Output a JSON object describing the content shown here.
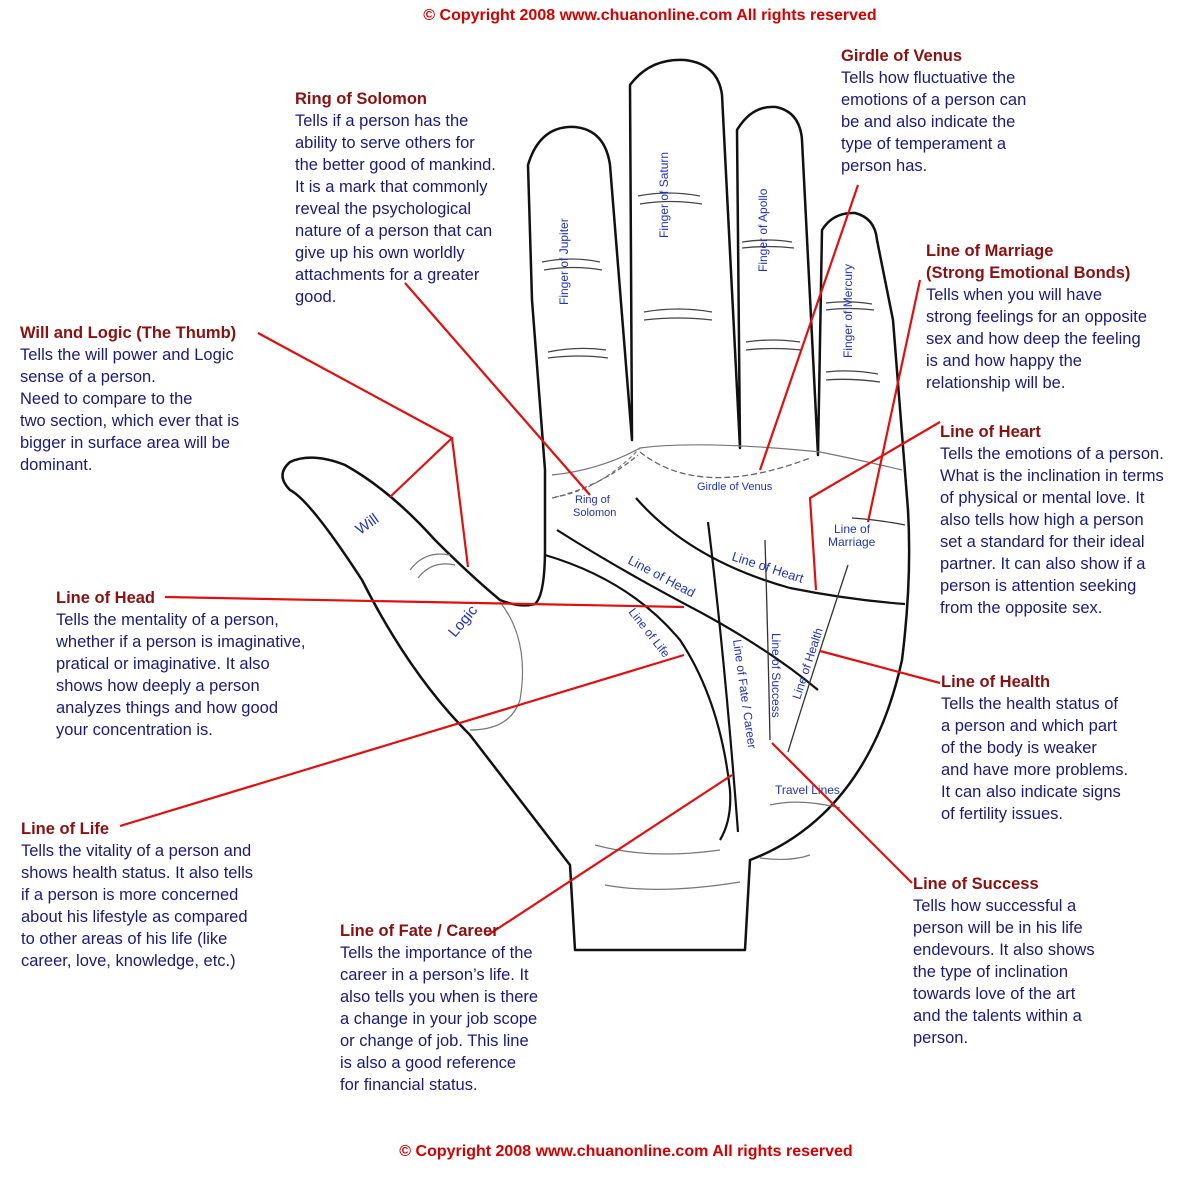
{
  "copyright": {
    "line1": "© Copyright 2008 www.chuanonline.com",
    "line2": "All rights reserved"
  },
  "colors": {
    "leader": "#e01010",
    "title": "#8b1010",
    "text": "#1a1a7a",
    "hand_label": "#2233bb",
    "copyright": "#d40000"
  },
  "callouts": {
    "solomon": {
      "title": "Ring of Solomon",
      "lines": [
        "Tells if a person has the",
        "ability to serve others for",
        "the better good of mankind.",
        "It is a mark that commonly",
        "reveal the psychological",
        "nature of a person that can",
        "give up his own worldly",
        "attachments for a greater",
        "good."
      ]
    },
    "venus": {
      "title": "Girdle of Venus",
      "lines": [
        "Tells how fluctuative the",
        "emotions of a person can",
        "be and also indicate the",
        "type of temperament a",
        "person has."
      ]
    },
    "thumb": {
      "title": "Will and Logic (The Thumb)",
      "lines": [
        "Tells the will power and Logic",
        "sense of a person.",
        "Need to compare to the",
        "two section, which ever that is",
        "bigger in surface area will be",
        "dominant."
      ]
    },
    "marriage": {
      "title": "Line of Marriage",
      "title2": "(Strong Emotional Bonds)",
      "lines": [
        "Tells when you will have",
        "strong feelings for an opposite",
        "sex and how deep the feeling",
        "is and how happy the",
        "relationship will be."
      ]
    },
    "heart": {
      "title": "Line of Heart",
      "lines": [
        "Tells the emotions of a person.",
        "What is the inclination in terms",
        "of physical or mental love. It",
        "also tells how high a person",
        "set a standard for their ideal",
        "partner. It can also show if a",
        "person is attention seeking",
        "from the opposite sex."
      ]
    },
    "head": {
      "title": "Line of Head",
      "lines": [
        "Tells the mentality of a person,",
        "whether if a person is imaginative,",
        "pratical or imaginative. It also",
        "shows how deeply a person",
        "analyzes things and how good",
        "your concentration is."
      ]
    },
    "health": {
      "title": "Line of Health",
      "lines": [
        "Tells the health status of",
        "a person and which part",
        "of the body is weaker",
        "and have more problems.",
        "It can also indicate signs",
        "of fertility issues."
      ]
    },
    "life": {
      "title": "Line of Life",
      "lines": [
        "Tells the vitality of a person and",
        "shows health status. It also tells",
        "if a person is more concerned",
        "about his lifestyle as compared",
        "to other areas of his life (like",
        "career, love, knowledge, etc.)"
      ]
    },
    "fate": {
      "title": "Line of Fate / Career",
      "lines": [
        "Tells the importance of the",
        "career in a person’s life. It",
        "also tells you when is there",
        "a change in your job scope",
        "or change of job. This line",
        "is also a good reference",
        "for financial status."
      ]
    },
    "success": {
      "title": "Line of Success",
      "lines": [
        "Tells how successful a",
        "person will be in his life",
        "endevours. It also shows",
        "the type of inclination",
        "towards love of the art",
        "and the talents within a",
        "person."
      ]
    }
  },
  "hand_labels": {
    "jupiter": "Finger of Jupiter",
    "saturn": "Finger of Saturn",
    "apollo": "Finger of Apollo",
    "mercury": "Finger of Mercury",
    "solomon_1": "Ring of",
    "solomon_2": "Solomon",
    "venus": "Girdle of Venus",
    "marriage_1": "Line of",
    "marriage_2": "Marriage",
    "will": "Will",
    "logic": "Logic",
    "head": "Line of Head",
    "heart": "Line of Heart",
    "life": "Line of Life",
    "fate": "Line of Fate / Career",
    "success": "Line of Success",
    "health": "Line of Health",
    "travel": "Travel Lines"
  }
}
